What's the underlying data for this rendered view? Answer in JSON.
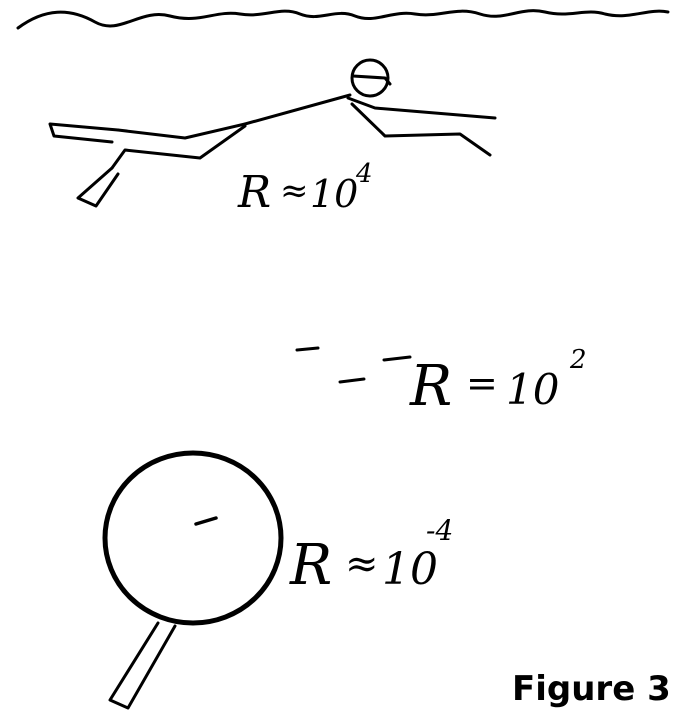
{
  "figure": {
    "caption": "Figure 3",
    "labels": [
      {
        "symbol": "R",
        "relation": "≈",
        "base": "10",
        "exponent": "4"
      },
      {
        "symbol": "R",
        "relation": "=",
        "base": "10",
        "exponent": "2"
      },
      {
        "symbol": "R",
        "relation": "≈",
        "base": "10",
        "exponent": "-4"
      }
    ]
  }
}
